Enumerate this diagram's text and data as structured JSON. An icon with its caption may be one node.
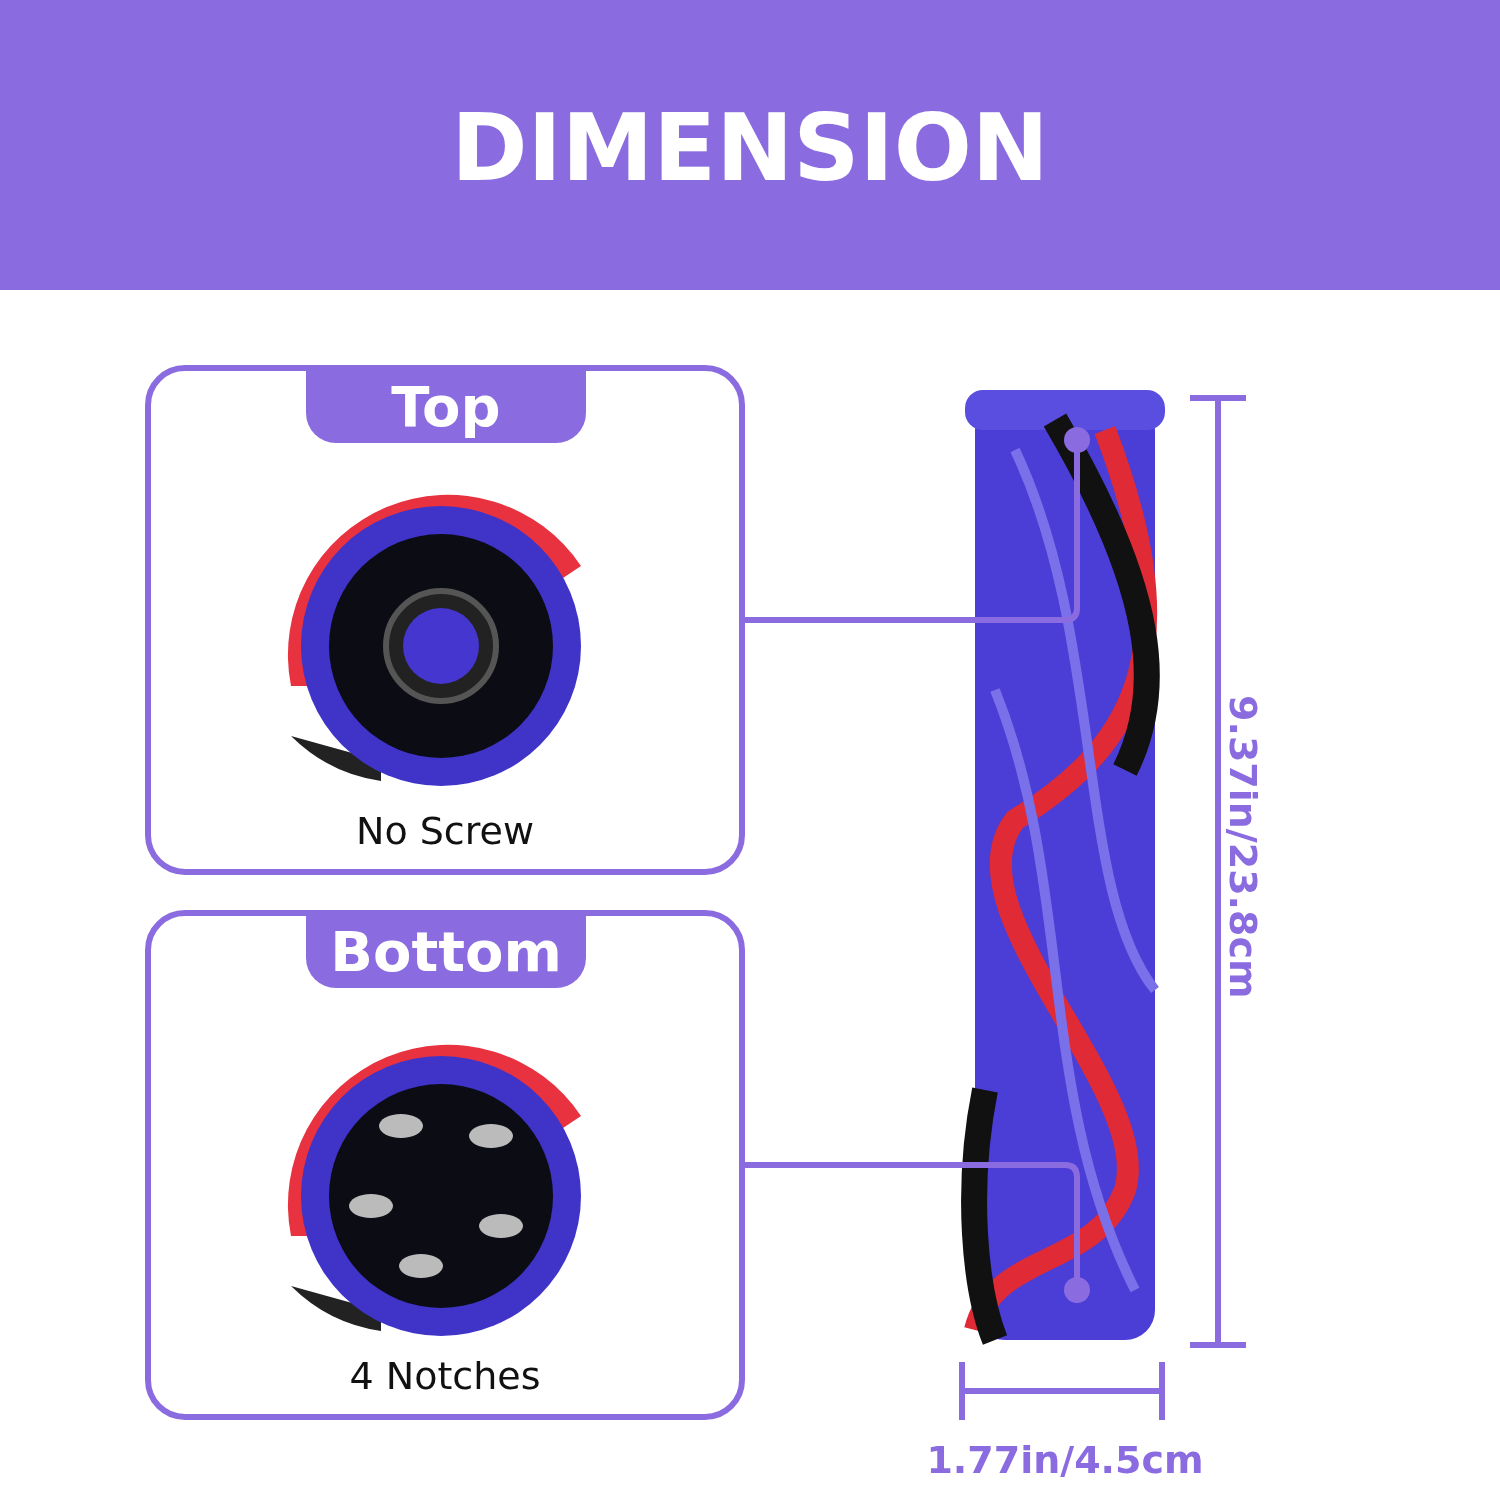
{
  "diagram": {
    "title": "DIMENSION",
    "nodes": [
      {
        "text": [
          "Top",
          "No Screw"
        ]
      },
      {
        "text": [],
        "shape": "picture",
        "in": 0
      },
      {
        "text": [
          "Bottom",
          "4 Notches"
        ]
      },
      {
        "text": [],
        "shape": "picture",
        "in": 2
      },
      {
        "text": [],
        "shape": "picture"
      }
    ],
    "edges": [
      {
        "from": 0,
        "to": 4,
        "arrow": "other"
      },
      {
        "from": 2,
        "to": 4,
        "arrow": "other"
      }
    ],
    "labels": [
      "9.37in/23.8cm",
      "1.77in/4.5cm"
    ]
  }
}
